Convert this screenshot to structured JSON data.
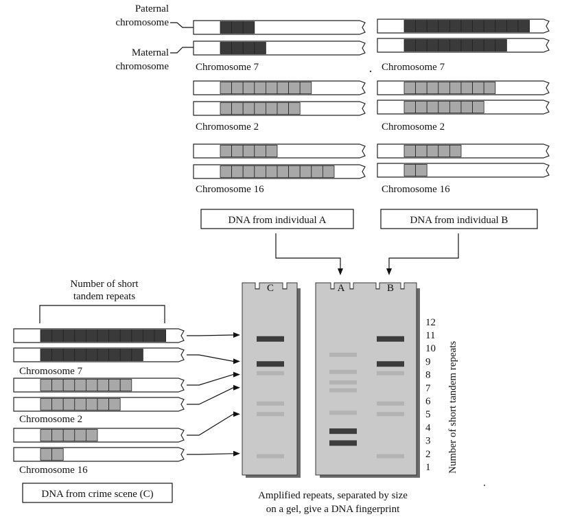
{
  "labels": {
    "paternal": [
      "Paternal",
      "chromosome"
    ],
    "maternal": [
      "Maternal",
      "chromosome"
    ],
    "str_header": [
      "Number of short",
      "tandem repeats"
    ],
    "individual_a": "DNA from individual A",
    "individual_b": "DNA from individual B",
    "crime_scene": "DNA from crime scene (C)",
    "gel_caption": [
      "Amplified repeats, separated by size",
      "on a gel, give a DNA fingerprint"
    ],
    "axis_title": "Number of short tandem repeats",
    "lane_c": "C",
    "lane_a": "A",
    "lane_b": "B"
  },
  "colors": {
    "dark_repeat": "#3a3a3a",
    "light_repeat": "#a8a8a8",
    "gel": "#c9c9c9",
    "gel_shadow": "#6a6a6a",
    "dark_band": "#3c3c3c",
    "faint_band": "#b3b3b3"
  },
  "axis_ticks": [
    "12",
    "11",
    "10",
    "9",
    "8",
    "7",
    "6",
    "5",
    "4",
    "3",
    "2",
    "1"
  ],
  "individual_a": {
    "groups": [
      {
        "chromosome": "Chromosome 7",
        "shade": "dark",
        "repeats": [
          3,
          4
        ]
      },
      {
        "chromosome": "Chromosome 2",
        "shade": "light",
        "repeats": [
          8,
          7
        ]
      },
      {
        "chromosome": "Chromosome 16",
        "shade": "light",
        "repeats": [
          5,
          10
        ]
      }
    ]
  },
  "individual_b": {
    "groups": [
      {
        "chromosome": "Chromosome 7",
        "shade": "dark",
        "repeats": [
          11,
          9
        ]
      },
      {
        "chromosome": "Chromosome 2",
        "shade": "light",
        "repeats": [
          8,
          7
        ]
      },
      {
        "chromosome": "Chromosome 16",
        "shade": "light",
        "repeats": [
          5,
          2
        ]
      }
    ]
  },
  "crime_scene": {
    "groups": [
      {
        "chromosome": "Chromosome 7",
        "shade": "dark",
        "repeats": [
          11,
          9
        ]
      },
      {
        "chromosome": "Chromosome 2",
        "shade": "light",
        "repeats": [
          8,
          7
        ]
      },
      {
        "chromosome": "Chromosome 16",
        "shade": "light",
        "repeats": [
          5,
          2
        ]
      }
    ]
  },
  "gel_lanes": {
    "C": {
      "dark": [
        10.7,
        8.8
      ],
      "faint": [
        8.1,
        5.8,
        5.0,
        1.8
      ]
    },
    "A": {
      "dark": [
        3.7,
        2.8
      ],
      "faint": [
        9.5,
        8.2,
        7.4,
        6.8,
        5.1
      ]
    },
    "B": {
      "dark": [
        10.7,
        8.8
      ],
      "faint": [
        8.1,
        5.8,
        5.0,
        1.8
      ]
    }
  }
}
